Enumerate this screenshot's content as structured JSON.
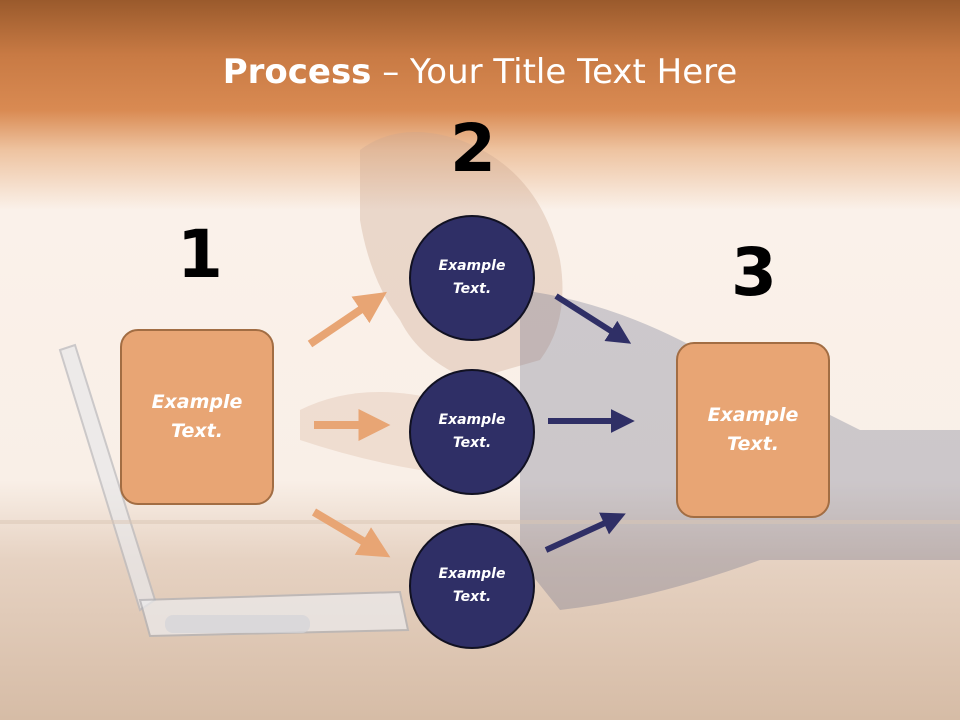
{
  "title": {
    "bold": "Process",
    "rest": " – Your Title Text Here"
  },
  "steps": {
    "one": "1",
    "two": "2",
    "three": "3"
  },
  "box_left": {
    "text": "Example Text."
  },
  "box_right": {
    "text": "Example Text."
  },
  "circles": [
    {
      "text": "Example Text."
    },
    {
      "text": "Example Text."
    },
    {
      "text": "Example Text."
    }
  ],
  "colors": {
    "orange_box": "#e8a574",
    "navy_circle": "#2f2f66",
    "orange_arrow": "#e8a574",
    "navy_arrow": "#2f2f66"
  }
}
